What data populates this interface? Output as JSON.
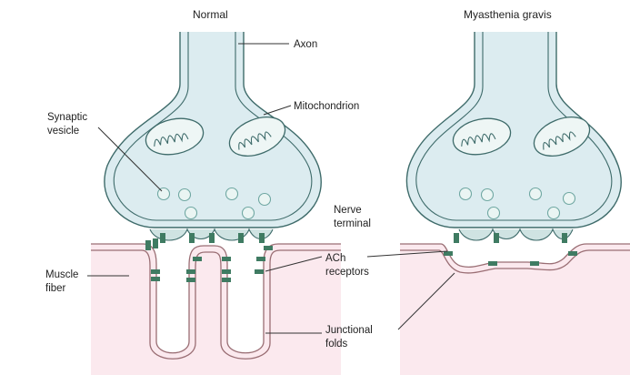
{
  "panels": {
    "normal": {
      "title": "Normal"
    },
    "myasthenia": {
      "title": "Myasthenia gravis"
    }
  },
  "labels": {
    "axon": "Axon",
    "mitochondrion": "Mitochondrion",
    "synaptic_vesicle": [
      "Synaptic",
      "vesicle"
    ],
    "nerve_terminal": [
      "Nerve",
      "terminal"
    ],
    "ach_receptors": [
      "ACh",
      "receptors"
    ],
    "muscle_fiber": [
      "Muscle",
      "fiber"
    ],
    "junctional_folds": [
      "Junctional",
      "folds"
    ]
  },
  "colors": {
    "terminal_fill": "#dcecf0",
    "terminal_stroke": "#3e6b6a",
    "muscle_fill": "#fbe9ee",
    "muscle_stroke": "#9a6e74",
    "receptor": "#3f7b62",
    "vesicle": "#eaf5f3",
    "label_line": "#333333"
  }
}
